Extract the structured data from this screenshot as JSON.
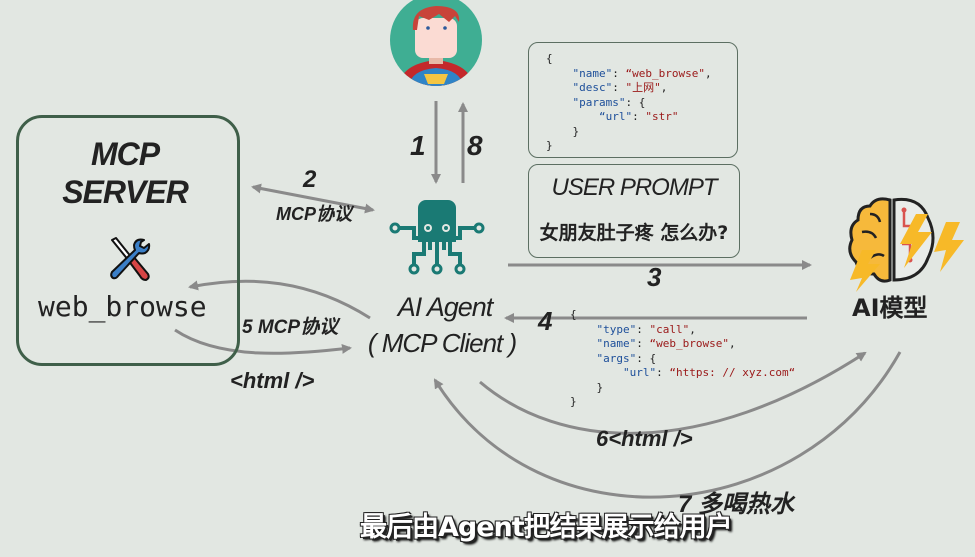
{
  "user": {
    "icon": "superhero-avatar-icon"
  },
  "server": {
    "title_line1": "MCP",
    "title_line2": "SERVER",
    "tool_icon": "tools-icon",
    "tool_name": "web_browse"
  },
  "tool_definition": {
    "open": "{",
    "name_key": "\"name\"",
    "name_value": "“web_browse\"",
    "desc_key": "\"desc\"",
    "desc_value": "\"上网\"",
    "params_key": "\"params\"",
    "params_open": "{",
    "url_key": "“url\"",
    "url_value": "\"str\"",
    "params_close": "}",
    "close": "}"
  },
  "user_prompt": {
    "title": "USER PROMPT",
    "text": "女朋友肚子疼 怎么办?"
  },
  "agent": {
    "icon": "octopus-circuit-icon",
    "title": "AI Agent",
    "subtitle": "( MCP Client )"
  },
  "model": {
    "icon": "brain-lightning-icon",
    "label": "AI模型",
    "colors": {
      "brain": "#f6b93b",
      "circuit": "#d9534f",
      "bolt": "#f7b928"
    }
  },
  "tool_call": {
    "open": "{",
    "type_key": "\"type\"",
    "type_value": "\"call\"",
    "name_key": "\"name\"",
    "name_value": "“web_browse\"",
    "args_key": "\"args\"",
    "args_open": "{",
    "url_key": "\"url\"",
    "url_value": "“https: // xyz.com“",
    "args_close": "}",
    "close": "}"
  },
  "steps": {
    "s1": "1",
    "s2_num": "2",
    "s2_text": "MCP协议",
    "s3": "3",
    "s4": "4",
    "s5": "5 MCP协议",
    "html_return": "<html />",
    "s6": "6<html />",
    "s7": "7 多喝热水",
    "s8": "8"
  },
  "caption": "最后由Agent把结果展示给用户",
  "colors": {
    "background": "#e2e7e2",
    "arrow": "#8a8a8a",
    "server_border": "#3f5f49",
    "agent": "#1a7a74",
    "json_key": "#1d4f9a",
    "json_string": "#9a1818"
  }
}
